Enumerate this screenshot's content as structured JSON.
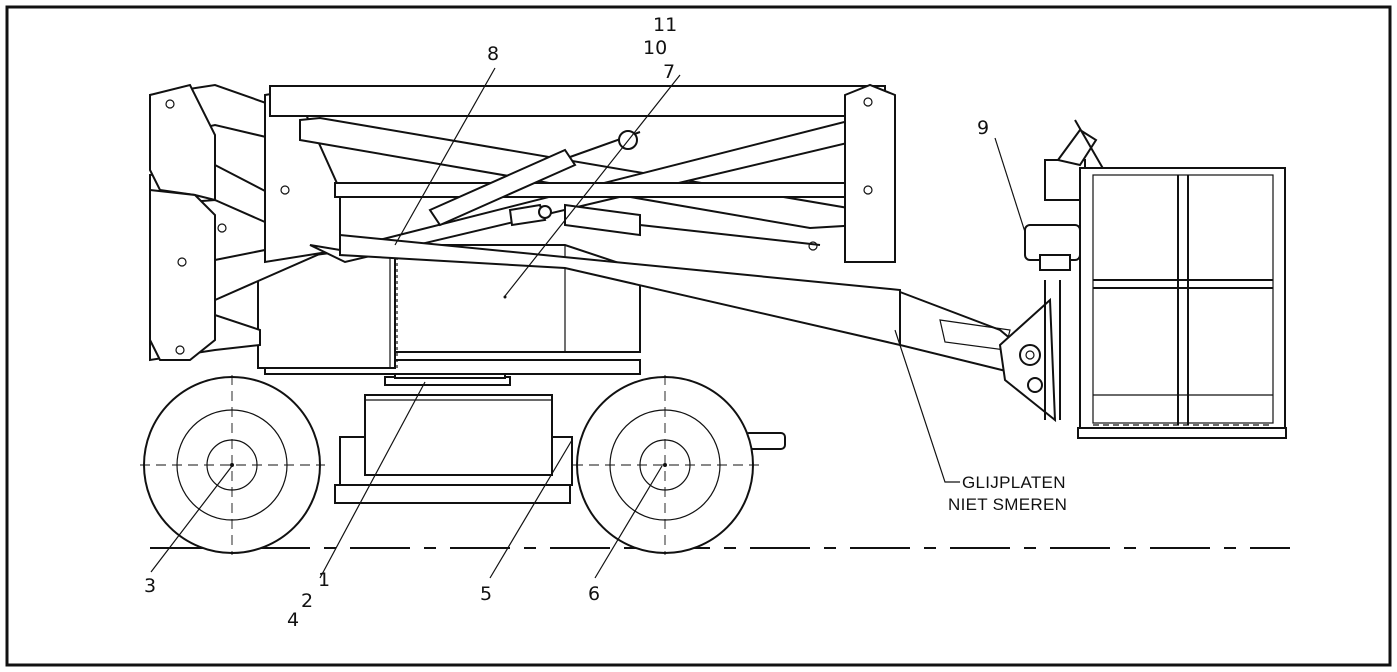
{
  "callouts": {
    "c1": "1",
    "c2": "2",
    "c3": "3",
    "c4": "4",
    "c5": "5",
    "c6": "6",
    "c7": "7",
    "c8": "8",
    "c9": "9",
    "c10": "10",
    "c11": "11"
  },
  "note": {
    "line1": "GLIJPLATEN",
    "line2": "NIET SMEREN"
  }
}
